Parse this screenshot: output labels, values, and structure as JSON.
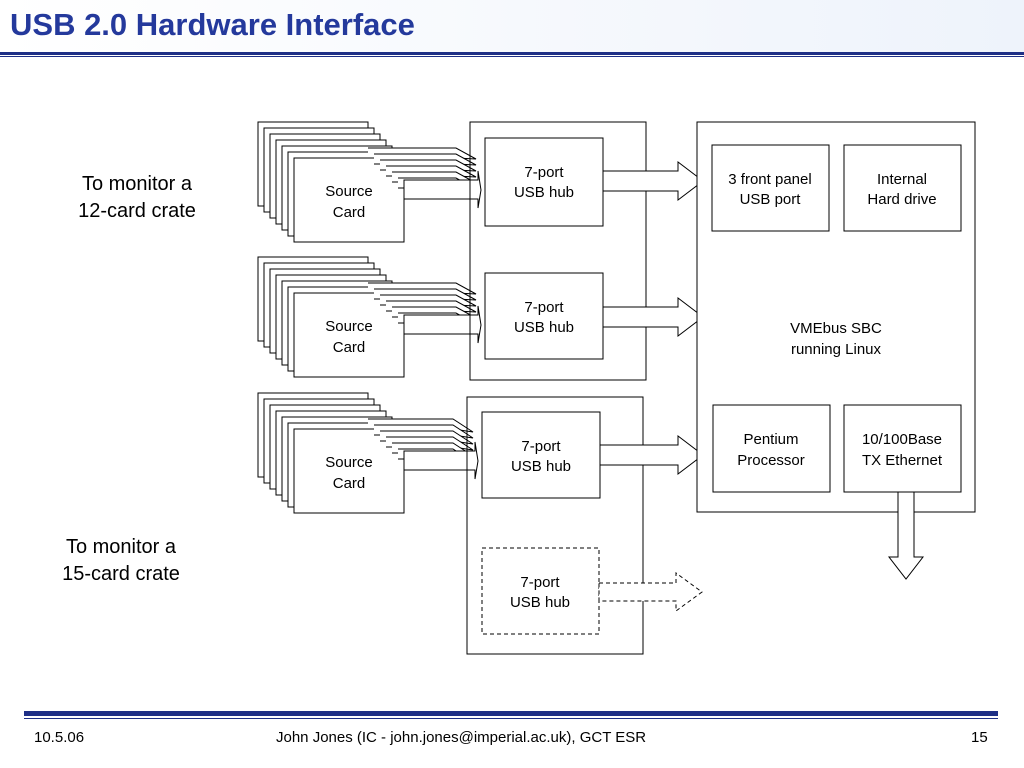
{
  "title": "USB 2.0 Hardware Interface",
  "labels": {
    "monitor12_line1": "To monitor a",
    "monitor12_line2": "12-card crate",
    "monitor15_line1": "To monitor a",
    "monitor15_line2": "15-card crate"
  },
  "source_card": {
    "line1": "Source",
    "line2": "Card"
  },
  "hub": {
    "line1": "7-port",
    "line2": "USB hub"
  },
  "sbc": {
    "line1": "VMEbus SBC",
    "line2": "running Linux",
    "front_panel_line1": "3 front panel",
    "front_panel_line2": "USB port",
    "hdd_line1": "Internal",
    "hdd_line2": "Hard drive",
    "cpu_line1": "Pentium",
    "cpu_line2": "Processor",
    "eth_line1": "10/100Base",
    "eth_line2": "TX Ethernet"
  },
  "footer": {
    "date": "10.5.06",
    "author": "John Jones (IC - john.jones@imperial.ac.uk), GCT ESR",
    "page": "15"
  },
  "colors": {
    "title": "#24399c",
    "rule": "#1e2f86"
  }
}
